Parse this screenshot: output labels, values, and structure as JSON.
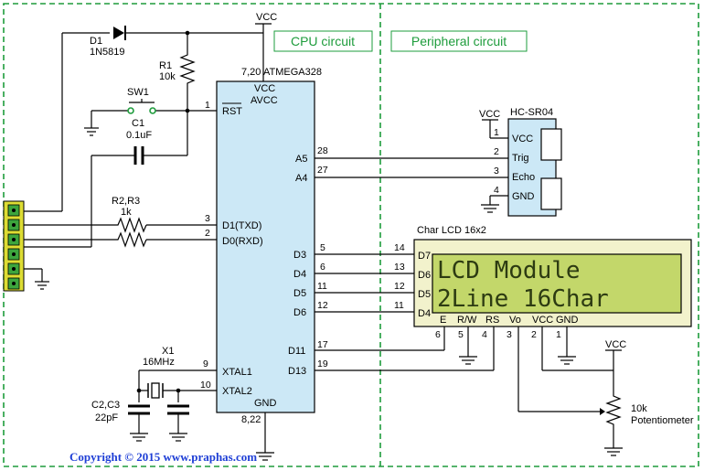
{
  "sections": {
    "cpu": "CPU circuit",
    "peripheral": "Peripheral circuit"
  },
  "colors": {
    "border": "#1e9c3c",
    "chip": "#cce8f6",
    "lcd_bg": "#f2f2cc",
    "lcd_screen": "#c3d76a",
    "copyright": "#1f3fd6"
  },
  "power": {
    "vcc_top": "VCC",
    "vcc_sensor": "VCC",
    "vcc_pot": "VCC"
  },
  "diode": {
    "ref": "D1",
    "part": "1N5819"
  },
  "resistor_r1": {
    "ref": "R1",
    "value": "10k"
  },
  "switch": {
    "ref": "SW1"
  },
  "cap_c1": {
    "ref": "C1",
    "value": "0.1uF"
  },
  "resistors_r23": {
    "ref": "R2,R3",
    "value": "1k"
  },
  "crystal": {
    "ref": "X1",
    "freq": "16MHz"
  },
  "caps_c23": {
    "ref": "C2,C3",
    "value": "22pF"
  },
  "mcu": {
    "part": "ATMEGA328",
    "vcc_pin": "7,20",
    "gnd_pin": "8,22",
    "labels": {
      "vcc": "VCC",
      "avcc": "AVCC",
      "rst": "RST",
      "txd": "D1(TXD)",
      "rxd": "D0(RXD)",
      "xtal1": "XTAL1",
      "xtal2": "XTAL2",
      "gnd": "GND",
      "a5": "A5",
      "a4": "A4",
      "d3": "D3",
      "d4": "D4",
      "d5": "D5",
      "d6": "D6",
      "d11": "D11",
      "d13": "D13"
    },
    "pins": {
      "rst": "1",
      "txd": "3",
      "rxd": "2",
      "xtal1": "9",
      "xtal2": "10",
      "a5": "28",
      "a4": "27",
      "d3": "5",
      "d4": "6",
      "d5": "11",
      "d6": "12",
      "d11": "17",
      "d13": "19"
    }
  },
  "sensor": {
    "part": "HC-SR04",
    "pins": [
      {
        "num": "1",
        "label": "VCC"
      },
      {
        "num": "2",
        "label": "Trig"
      },
      {
        "num": "3",
        "label": "Echo"
      },
      {
        "num": "4",
        "label": "GND"
      }
    ]
  },
  "lcd": {
    "title": "Char LCD 16x2",
    "line1": "LCD Module",
    "line2": "2Line 16Char",
    "data_pins": [
      {
        "label": "D7",
        "num": "14"
      },
      {
        "label": "D6",
        "num": "13"
      },
      {
        "label": "D5",
        "num": "12"
      },
      {
        "label": "D4",
        "num": "11"
      }
    ],
    "bottom_pins": [
      {
        "label": "E",
        "num": "6"
      },
      {
        "label": "R/W",
        "num": "5"
      },
      {
        "label": "RS",
        "num": "4"
      },
      {
        "label": "Vo",
        "num": "3"
      },
      {
        "label": "VCC",
        "num": "2"
      },
      {
        "label": "GND",
        "num": "1"
      }
    ]
  },
  "potentiometer": {
    "value": "10k",
    "name": "Potentiometer"
  },
  "copyright": "Copyright © 2015 www.praphas.com"
}
